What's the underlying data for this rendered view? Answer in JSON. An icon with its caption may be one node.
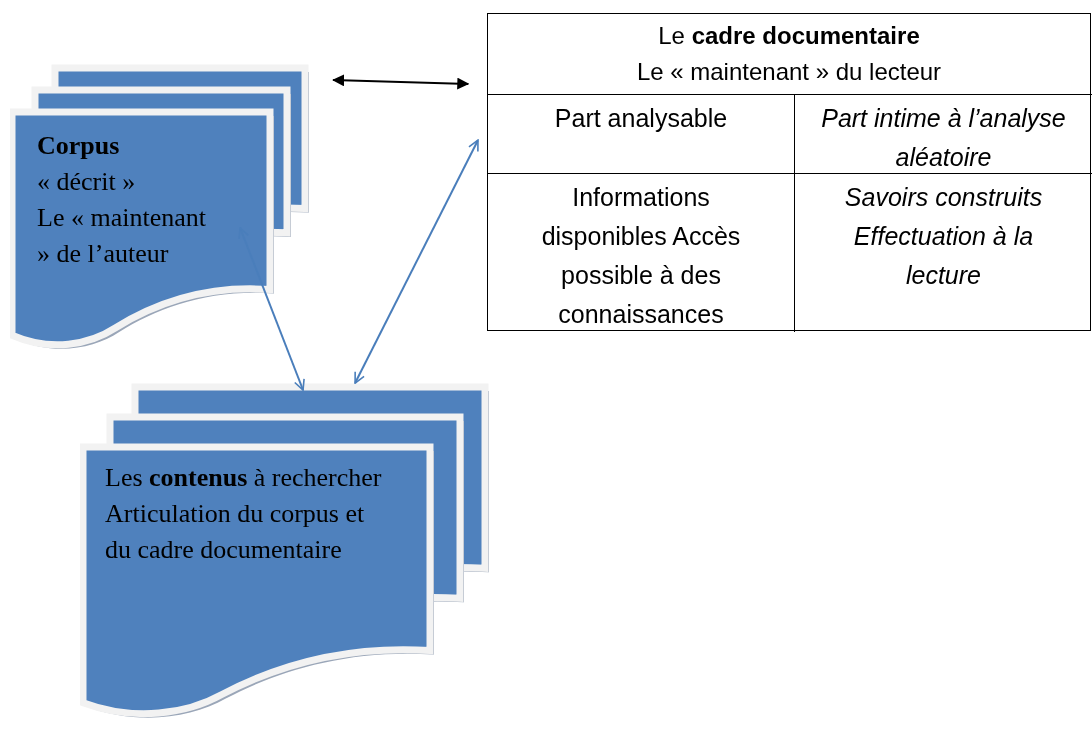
{
  "diagram": {
    "nodes": [
      {
        "text": [
          "Corpus",
          "« décrit »",
          "Le « maintenant » de l’auteur"
        ]
      },
      {
        "text": [
          "Les **contenus** à rechercher",
          "Articulation du corpus et du cadre documentaire"
        ]
      },
      {
        "text": [
          "Le **cadre documentaire**",
          "Le « maintenant » du lecteur"
        ]
      }
    ],
    "edges": [
      {
        "from": 0,
        "to": 2,
        "arrow": "both",
        "color": "#000000"
      },
      {
        "from": 0,
        "to": 1,
        "arrow": "both"
      },
      {
        "from": 1,
        "to": 2,
        "arrow": "both"
      }
    ],
    "labels": [
      "Part analysable",
      "Part intime à l’analyse aléatoire",
      "Informations disponibles Accès possible à des connaissances",
      "Savoirs construits Effectuation à la lecture"
    ]
  }
}
